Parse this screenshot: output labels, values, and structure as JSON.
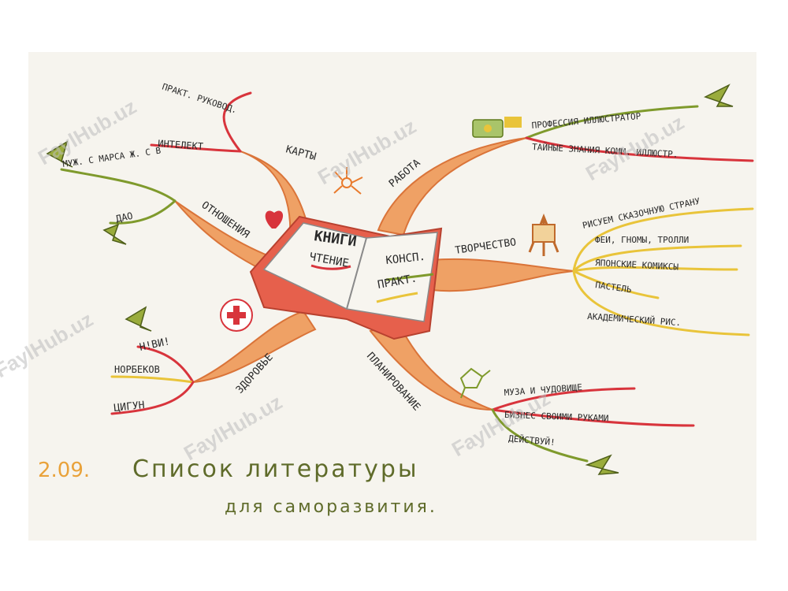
{
  "center": {
    "title": "КНИГИ",
    "reading": "ЧТЕНИЕ",
    "notes": "КОНСП.",
    "practice": "ПРАКТ."
  },
  "branches": {
    "cards": {
      "label": "КАРТЫ",
      "items": [
        "ПРАКТ. РУКОВОД.",
        "ИНТЕЛЕКТ"
      ]
    },
    "relations": {
      "label": "ОТНОШЕНИЯ",
      "items": [
        "МУЖ. С МАРСА Ж. С В",
        "ДАО"
      ]
    },
    "health": {
      "label": "ЗДОРОВЬЕ",
      "items": [
        "Н!ВИ!",
        "НОРБЕКОВ",
        "ЦИГУН"
      ]
    },
    "work": {
      "label": "РАБОТА",
      "items": [
        "ПРОФЕССИЯ ИЛЛЮСТРАТОР",
        "ТАЙНЫЕ ЗНАНИЯ КОММ. ИЛЛЮСТР."
      ]
    },
    "creativity": {
      "label": "ТВОРЧЕСТВО",
      "items": [
        "РИСУЕМ СКАЗОЧНУЮ СТРАНУ",
        "ФЕИ, ГНОМЫ, ТРОЛЛИ",
        "ЯПОНСКИЕ КОМИКСЫ",
        "ПАСТЕЛЬ",
        "АКАДЕМИЧЕСКИЙ РИС."
      ]
    },
    "planning": {
      "label": "ПЛАНИРОВАНИЕ",
      "items": [
        "МУЗА И ЧУДОВИЩЕ",
        "БИЗНЕС СВОИМИ РУКАМИ",
        "ДЕЙСТВУЙ!"
      ]
    }
  },
  "footer": {
    "date": "2.09.",
    "title_line1": "Список литературы",
    "title_line2": "для саморазвития."
  },
  "watermark": "FaylHub.uz",
  "colors": {
    "branch_fill": "#ef9a5a",
    "branch_stroke": "#d86a2a",
    "line_red": "#d8343c",
    "line_green": "#7f9a2c",
    "line_yellow": "#e9c43a",
    "title": "#5f6b2a"
  }
}
